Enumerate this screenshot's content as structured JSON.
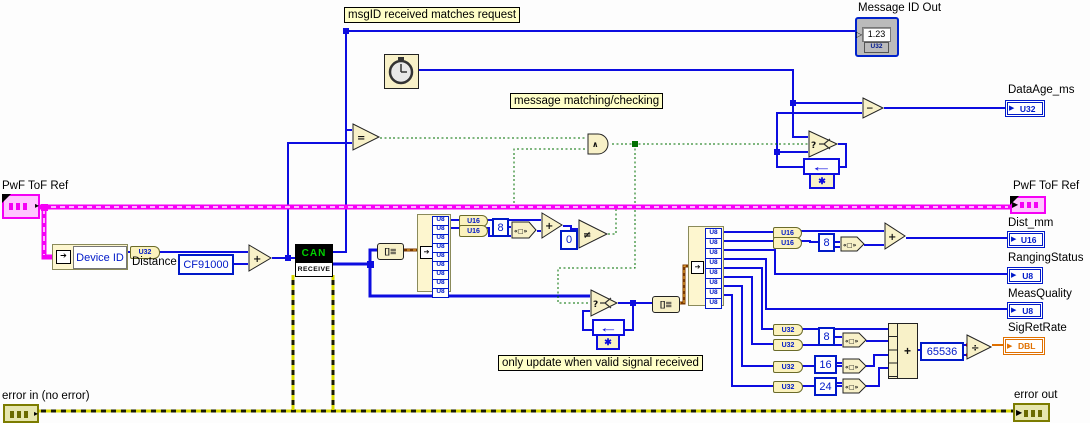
{
  "colors": {
    "wire_blue": "#0d0de0",
    "wire_green": "#007000",
    "wire_pink": "#f500f5",
    "wire_error": "#d8d800",
    "wire_orange": "#e07000",
    "wire_brown": "#7a3900",
    "node_fill": "#f8f1c8",
    "comment_bg": "#ffffc8",
    "can_green": "#00d200",
    "type_blue": "#0019c8",
    "dbl_orange": "#e07000"
  },
  "labels": {
    "msgid_comment": "msgID received matches request",
    "matching_comment": "message matching/checking",
    "valid_comment": "only update when valid signal received",
    "message_id_out": "Message ID Out",
    "dataage_ms": "DataAge_ms",
    "pwf_tof_ref_left": "PwF ToF Ref",
    "pwf_tof_ref_right": "PwF ToF Ref",
    "dist_mm": "Dist_mm",
    "ranging_status": "RangingStatus",
    "meas_quality": "MeasQuality",
    "sig_ret_rate": "SigRetRate",
    "error_in": "error in (no error)",
    "error_out": "error out",
    "device_id": "Device ID",
    "distance": "Distance"
  },
  "constants": {
    "distance_value": "CF91000",
    "eight": "8",
    "zero": "0",
    "sixteen": "16",
    "twenty_four": "24",
    "divisor": "65536",
    "indicator_display": "1.23"
  },
  "types": {
    "u8": "U8",
    "u16": "U16",
    "u32": "U32",
    "dbl": "DBL"
  },
  "can_node": {
    "header": "CAN",
    "body": "RECEIVE"
  },
  "glyphs": {
    "add": "+",
    "subtract": "−",
    "equal": "=",
    "not_equal": "≠",
    "and": "∧",
    "divide": "÷",
    "select": "?",
    "feedback": "←",
    "feedback_init": "✱",
    "shift": "«□»",
    "array_to_cluster": "[]≣",
    "unbundle_arrow": "➔",
    "compound_add": "+",
    "indicator_arrow": "▶",
    "hollow_arrow": "▷",
    "control_arrow": "▸"
  }
}
